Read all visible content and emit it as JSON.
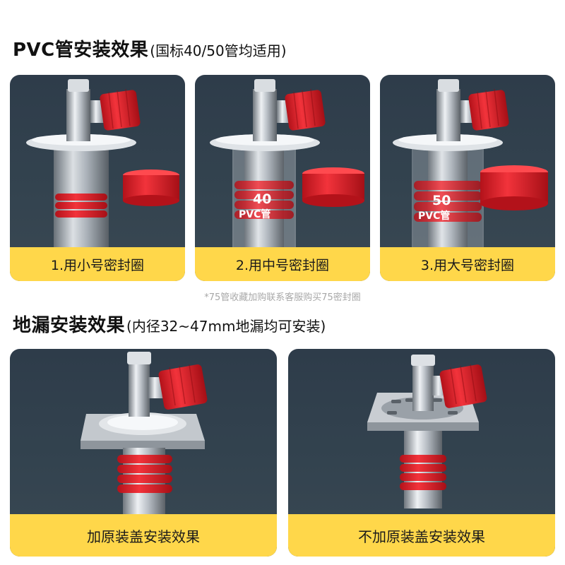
{
  "section_pvc": {
    "title": "PVC管安装效果",
    "subtitle": "(国标40/50管均适用)"
  },
  "pvc_cards": [
    {
      "label": "1.用小号密封圈"
    },
    {
      "label": "2.用中号密封圈",
      "size_number": "40",
      "size_text": "PVC管"
    },
    {
      "label": "3.用大号密封圈",
      "size_number": "50",
      "size_text": "PVC管"
    }
  ],
  "note": "*75管收藏加购联系客服购买75密封圈",
  "section_drain": {
    "title": "地漏安装效果",
    "subtitle": "(内径32~47mm地漏均可安装)"
  },
  "drain_cards": [
    {
      "label": "加原装盖安装效果"
    },
    {
      "label": "不加原装盖安装效果"
    }
  ],
  "colors": {
    "label_bg": "#ffd74a",
    "card_bg": "#2e3c4a",
    "seal_red": "#e8202a",
    "chrome": "#c9cdd2"
  }
}
